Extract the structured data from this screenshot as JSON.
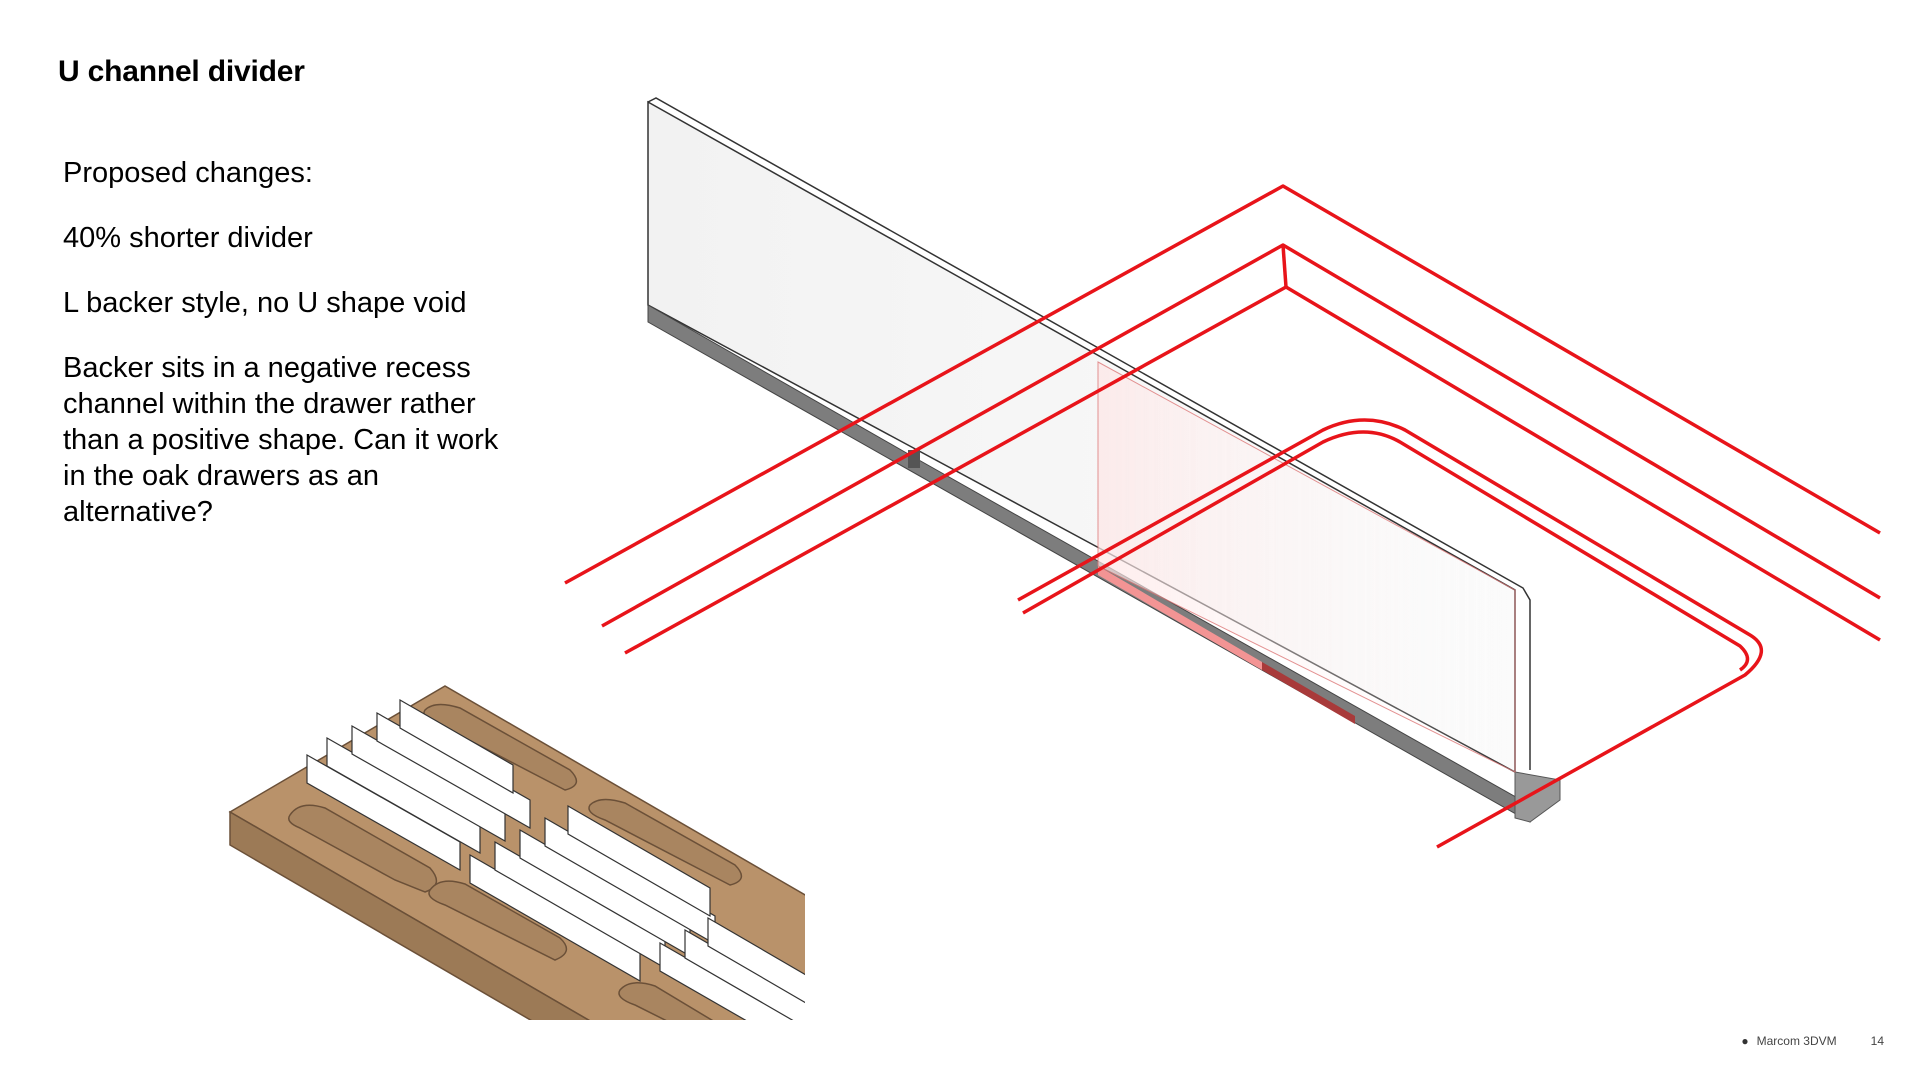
{
  "slide": {
    "title": "U channel divider",
    "paragraphs": [
      "Proposed changes:",
      "40% shorter divider",
      "L backer style, no U shape void",
      "Backer sits in a negative recess channel within the drawer rather than a positive shape. Can it work in the oak drawers as an alternative?"
    ]
  },
  "footer": {
    "logo_icon": "apple-logo-icon",
    "brand": "Marcom 3DVM",
    "page_number": "14"
  },
  "colors": {
    "accent_red": "#e8141a",
    "wood": "#b9926a",
    "divider_base": "#7a7a7a"
  }
}
